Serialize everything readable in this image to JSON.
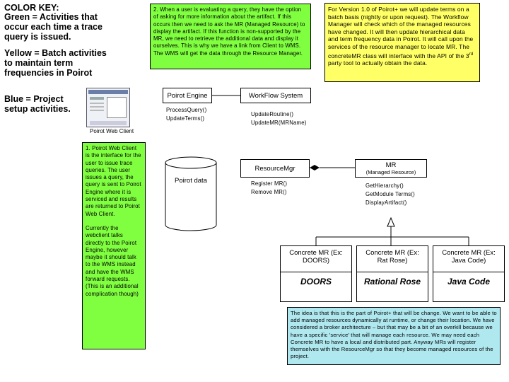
{
  "color_key": {
    "title": "COLOR KEY:",
    "green": "Green = Activities that occur each time a trace query is issued.",
    "yellow": "Yellow = Batch activities to maintain term frequencies in Poirot",
    "blue": "Blue = Project setup activities."
  },
  "notes": {
    "green_top": "2. When a user is evaluating a query, they have the option of asking for more information about the artifact. If this occurs then we need to ask the MR (Managed Resource) to display the artifact. If this function is non-supported by the MR, we need to retrieve the additional data and display it ourselves. This is why we have a link from Client to WMS. The WMS will get the data through the Resource Manager.",
    "yellow_top": "For Version 1.0 of Poirot+ we will update terms on a batch basis (nightly or upon request). The Workflow Manager will check which of the managed resources have changed. It will then update hierarchical data and term frequency data in Poirot. It will call upon the services of the resource manager to locate MR. The concreteMR class will interface with the API of the 3rd party tool to actually obtain the data.",
    "green_left_1": "1. Poirot Web Client is the interface for the user to issue trace queries. The user issues a query, the query is sent to Poirot Engine where it is serviced and results are returned to Poirot Web Client.",
    "green_left_2": "Currently the webclient talks directly to the Poirot Engine, however maybe it should talk to the WMS instead and have the WMS forward requests. (This is an additional complication though)",
    "blue_bottom": "The idea is that this is the part of Poirot+ that will be change. We want to be able to add managed resources dynamically at runtime, or change their location. We have considered a broker architecture – but that may be a bit of an overkill because we have a specific 'service' that will manage each resource. We may need each Concrete MR to have a local and distributed part. Anyway MRs will register themselves with the ResourceMgr so that they become managed resources of the project."
  },
  "components": {
    "web_client": "Poirot Web Client",
    "engine": {
      "name": "Poirot Engine",
      "methods": [
        "ProcessQuery()",
        "UpdateTerms()"
      ]
    },
    "workflow": {
      "name": "WorkFlow System",
      "methods": [
        "UpdateRoutine()",
        "UpdateMR(MRName)"
      ]
    },
    "data": "Poirot data",
    "resource_mgr": {
      "name": "ResourceMgr",
      "methods": [
        "Register MR()",
        "Remove MR()"
      ]
    },
    "mr": {
      "name": "MR",
      "subtitle": "(Managed Resource)",
      "methods": [
        "GetHierarchy()",
        "GetModule Terms()",
        "DisplayArtifact()"
      ]
    },
    "concrete": [
      {
        "label": "Concrete MR (Ex: DOORS)",
        "tool": "DOORS"
      },
      {
        "label": "Concrete MR (Ex: Rat Rose)",
        "tool": "Rational Rose"
      },
      {
        "label": "Concrete MR (Ex: Java Code)",
        "tool": "Java Code"
      }
    ]
  },
  "colors": {
    "green": "#80ff40",
    "yellow": "#ffff66",
    "blue": "#b0e8f0"
  }
}
